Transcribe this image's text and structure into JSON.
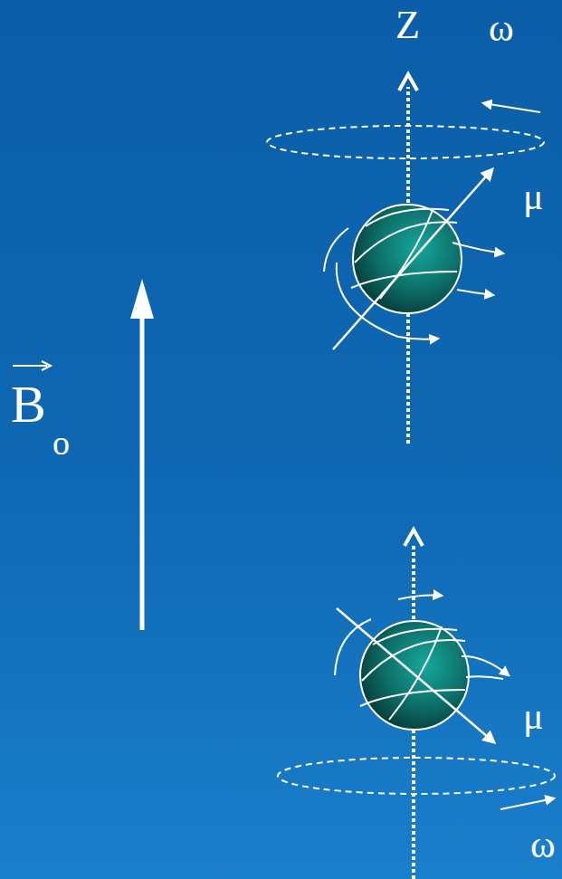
{
  "diagram": {
    "labels": [
      "Z",
      "ω",
      "μ",
      "B",
      "o",
      "μ",
      "ω"
    ]
  }
}
